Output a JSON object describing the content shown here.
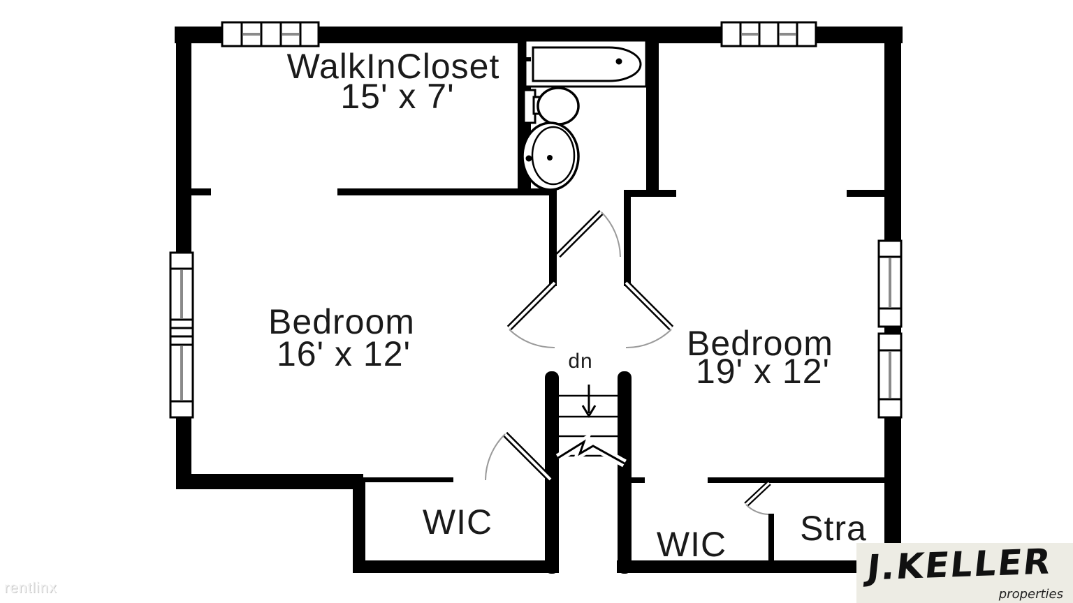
{
  "rooms": {
    "walk_in_closet": {
      "name": "WalkInCloset",
      "dims": "15' x 7'"
    },
    "bedroom_left": {
      "name": "Bedroom",
      "dims": "16' x 12'"
    },
    "bedroom_right": {
      "name": "Bedroom",
      "dims": "19' x 12'"
    },
    "wic_left": {
      "name": "WIC"
    },
    "wic_right": {
      "name": "WIC"
    },
    "storage": {
      "name": "Stra"
    }
  },
  "stairs": {
    "direction_label": "dn"
  },
  "fixtures": {
    "bathtub": "bathtub-icon",
    "toilet": "toilet-icon",
    "sink": "sink-icon"
  },
  "watermark": {
    "text": "rentlinx"
  },
  "logo": {
    "name": "J.KELLER",
    "tagline": "properties"
  },
  "colors": {
    "wall": "#000000",
    "background": "#ffffff",
    "door_arc": "#9a9a9a",
    "window_pane": "#8a8a8a",
    "logo_bg": "#edece4",
    "label_text": "#1a1a1a"
  }
}
